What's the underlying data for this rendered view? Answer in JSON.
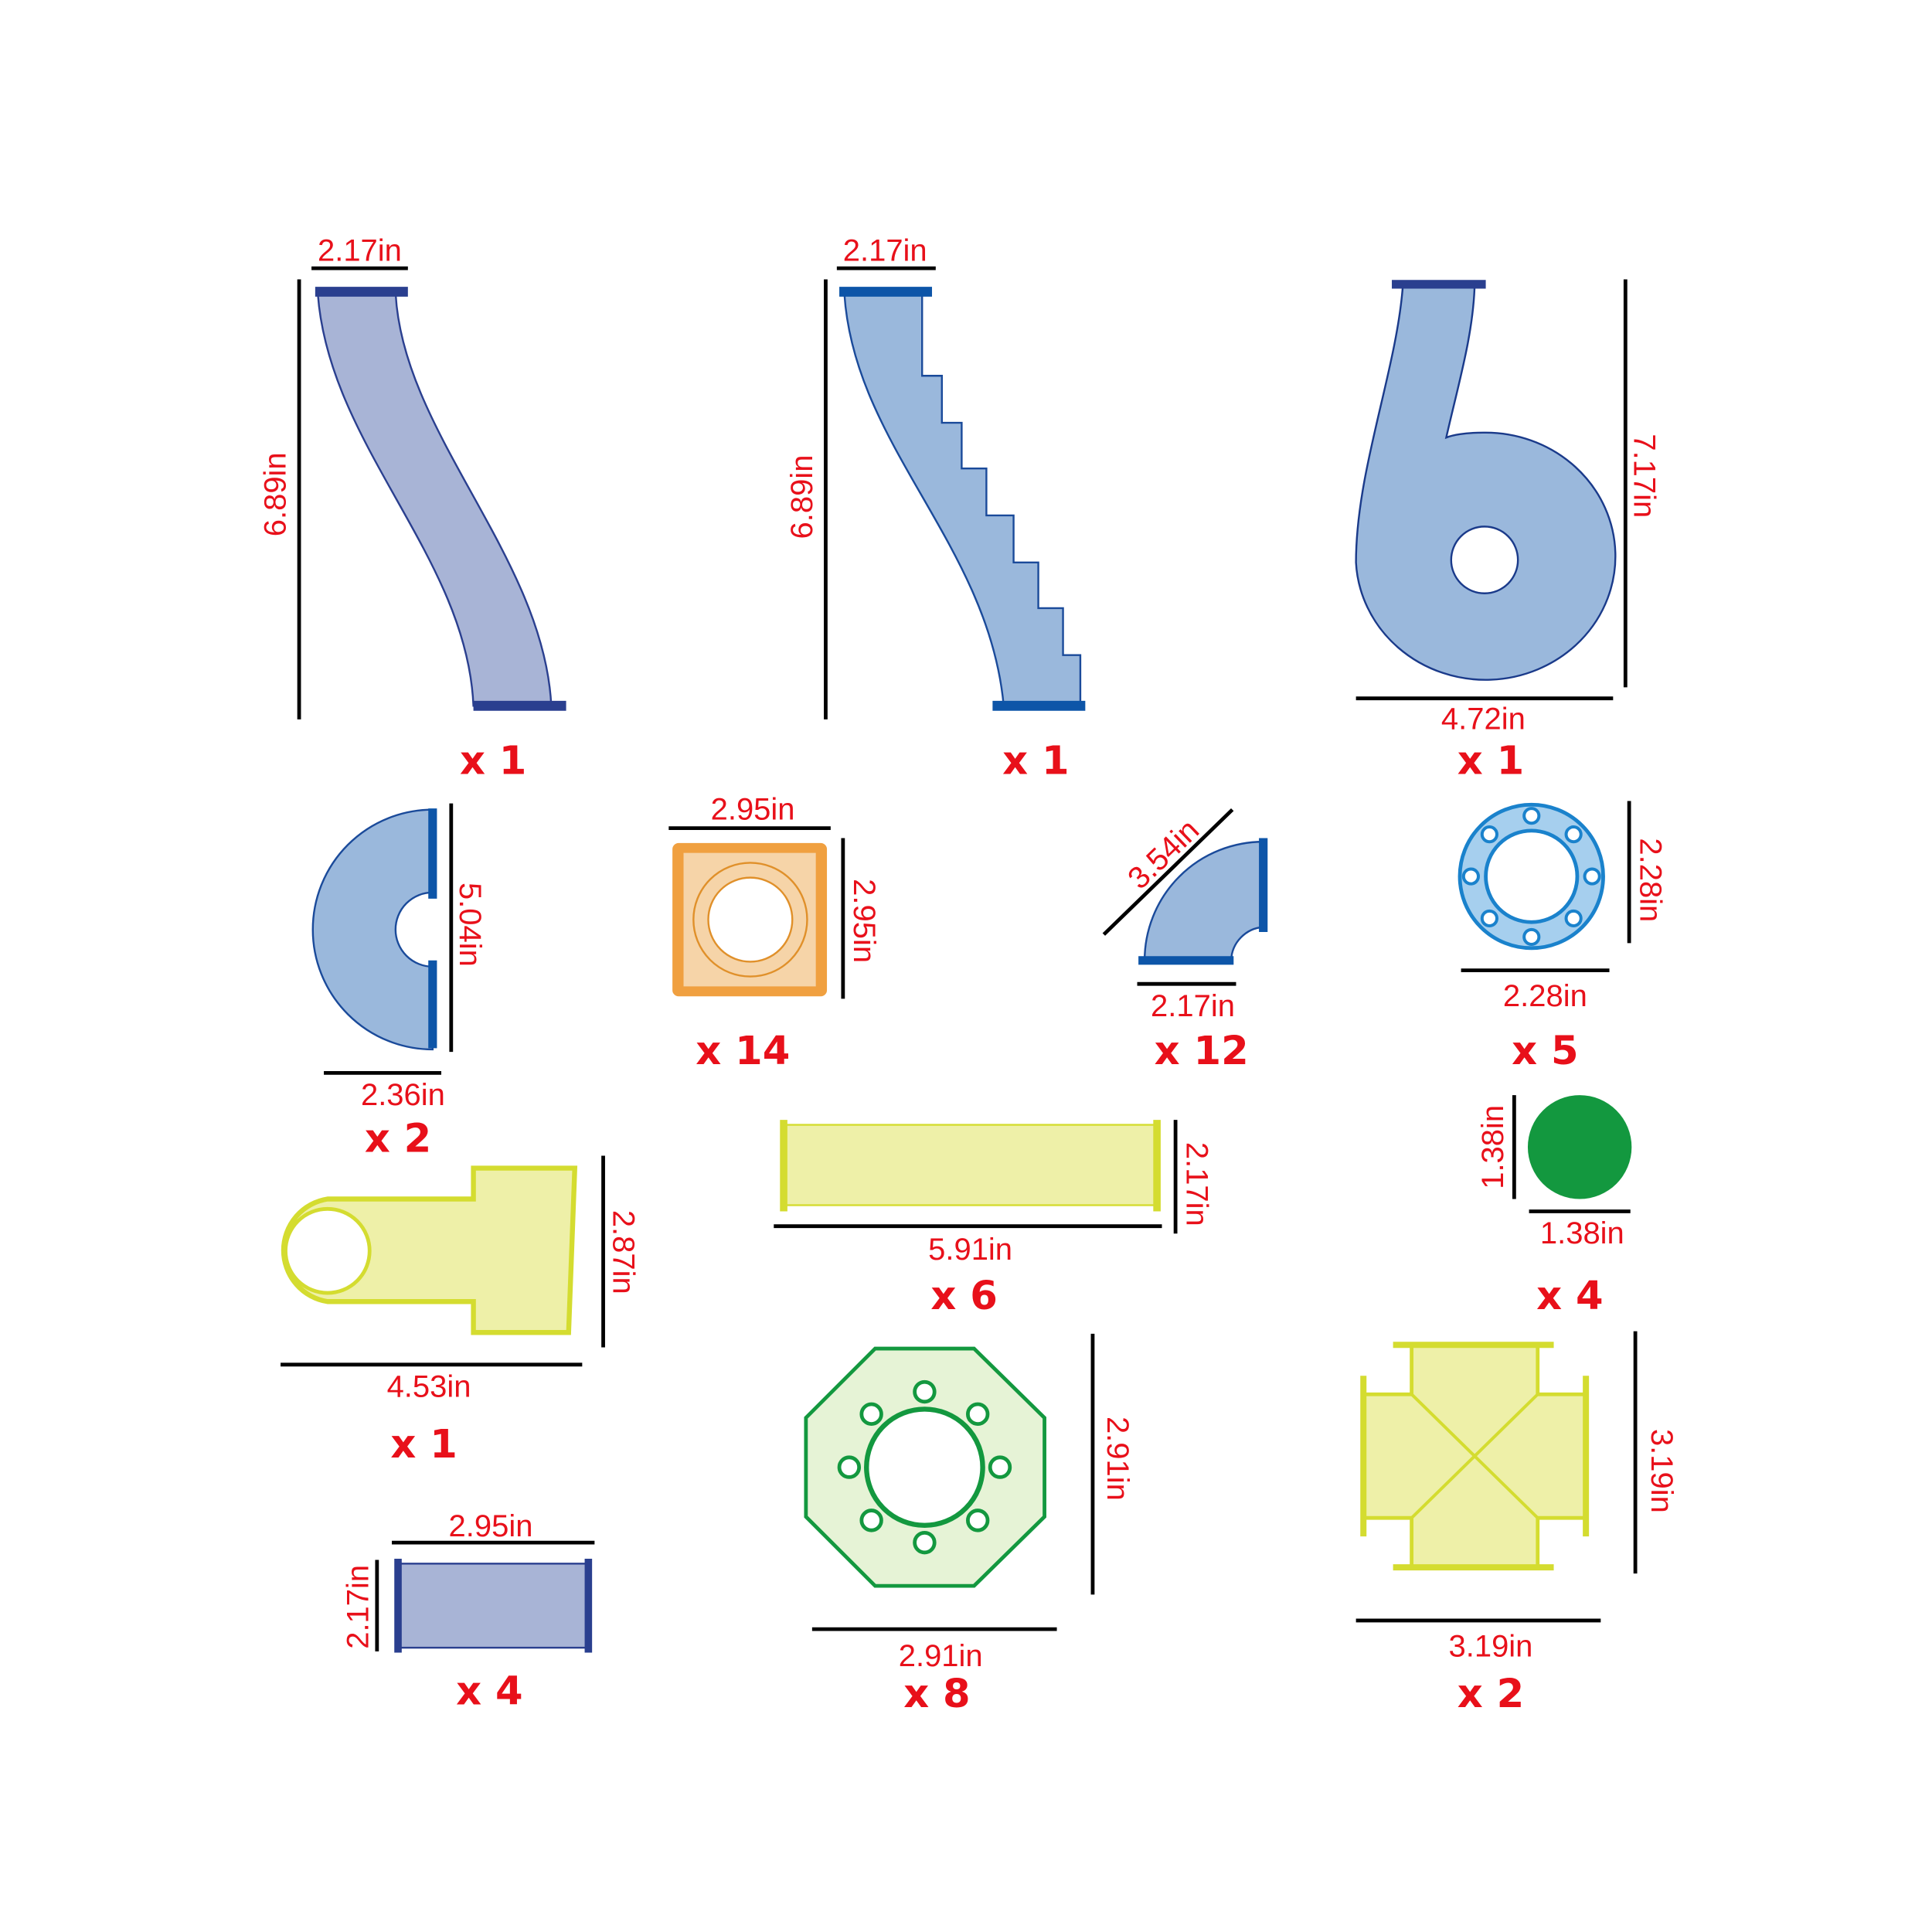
{
  "colors": {
    "label": "#e8101a",
    "blue_slide": "#a8b4d6",
    "blue_light": "#9ab8dc",
    "navy": "#2a3f8f",
    "orange": "#f0a040",
    "yellow": "#eef0a8",
    "yellow_edge": "#d4dc30",
    "green": "#13983f",
    "ring_blue": "#a6cfee"
  },
  "parts": [
    {
      "name": "s-slide",
      "height": "6.89in",
      "width": "2.17in",
      "count": "x 1"
    },
    {
      "name": "stair-slide",
      "height": "6.89in",
      "width": "2.17in",
      "count": "x 1"
    },
    {
      "name": "spiral-slide",
      "height": "7.17in",
      "width": "4.72in",
      "count": "x 1"
    },
    {
      "name": "half-ring",
      "height": "5.04in",
      "width": "2.36in",
      "count": "x 2"
    },
    {
      "name": "square-connector",
      "height": "2.95in",
      "width": "2.95in",
      "count": "x 14"
    },
    {
      "name": "elbow",
      "diagonal": "3.54in",
      "width": "2.17in",
      "count": "x 12"
    },
    {
      "name": "ring-connector",
      "height": "2.28in",
      "width": "2.28in",
      "count": "x 5"
    },
    {
      "name": "green-cap",
      "height": "1.38in",
      "width": "1.38in",
      "count": "x 4"
    },
    {
      "name": "t-piece",
      "height": "2.87in",
      "width": "4.53in",
      "count": "x 1"
    },
    {
      "name": "long-tube",
      "height": "2.17in",
      "width": "5.91in",
      "count": "x 6"
    },
    {
      "name": "octagon-connector",
      "height": "2.91in",
      "width": "2.91in",
      "count": "x 8"
    },
    {
      "name": "cross-connector",
      "height": "3.19in",
      "width": "3.19in",
      "count": "x 2"
    },
    {
      "name": "short-tube",
      "height": "2.17in",
      "width": "2.95in",
      "count": "x 4"
    }
  ]
}
